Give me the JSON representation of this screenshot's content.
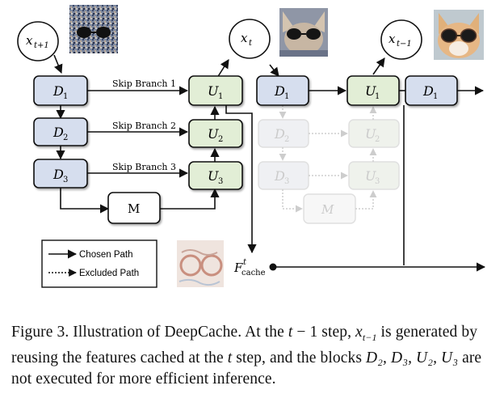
{
  "diagram": {
    "timesteps": {
      "t_plus_1": "x",
      "t_plus_1_sub": "t+1",
      "t": "x",
      "t_sub": "t",
      "t_minus_1": "x",
      "t_minus_1_sub": "t−1"
    },
    "down_blocks": [
      {
        "base": "D",
        "sub": "1"
      },
      {
        "base": "D",
        "sub": "2"
      },
      {
        "base": "D",
        "sub": "3"
      }
    ],
    "up_blocks": [
      {
        "base": "U",
        "sub": "1"
      },
      {
        "base": "U",
        "sub": "2"
      },
      {
        "base": "U",
        "sub": "3"
      }
    ],
    "middle_block": "M",
    "skip_branches": [
      "Skip Branch 1",
      "Skip Branch 2",
      "Skip Branch 3"
    ],
    "legend": {
      "chosen": "Chosen Path",
      "excluded": "Excluded Path"
    },
    "feature_cache": {
      "base": "F",
      "sup": "t",
      "sub": "cache"
    },
    "colors": {
      "down_fill": "#d6deee",
      "up_fill": "#e2eed6",
      "line": "#111111",
      "faded": "#c8c8c8"
    }
  },
  "caption": {
    "prefix": "Figure 3. Illustration of DeepCache. At the ",
    "step_var": "t",
    "step_minus": " − 1 step, ",
    "x_var": "x",
    "x_sub": "t−1",
    "mid_text": " is generated by reusing the features cached at the ",
    "step_var2": "t",
    "mid_text2": " step, and the blocks ",
    "blocks_list": "D₂, D₃, U₂, U₃",
    "suffix": " are not executed for more efficient inference."
  }
}
